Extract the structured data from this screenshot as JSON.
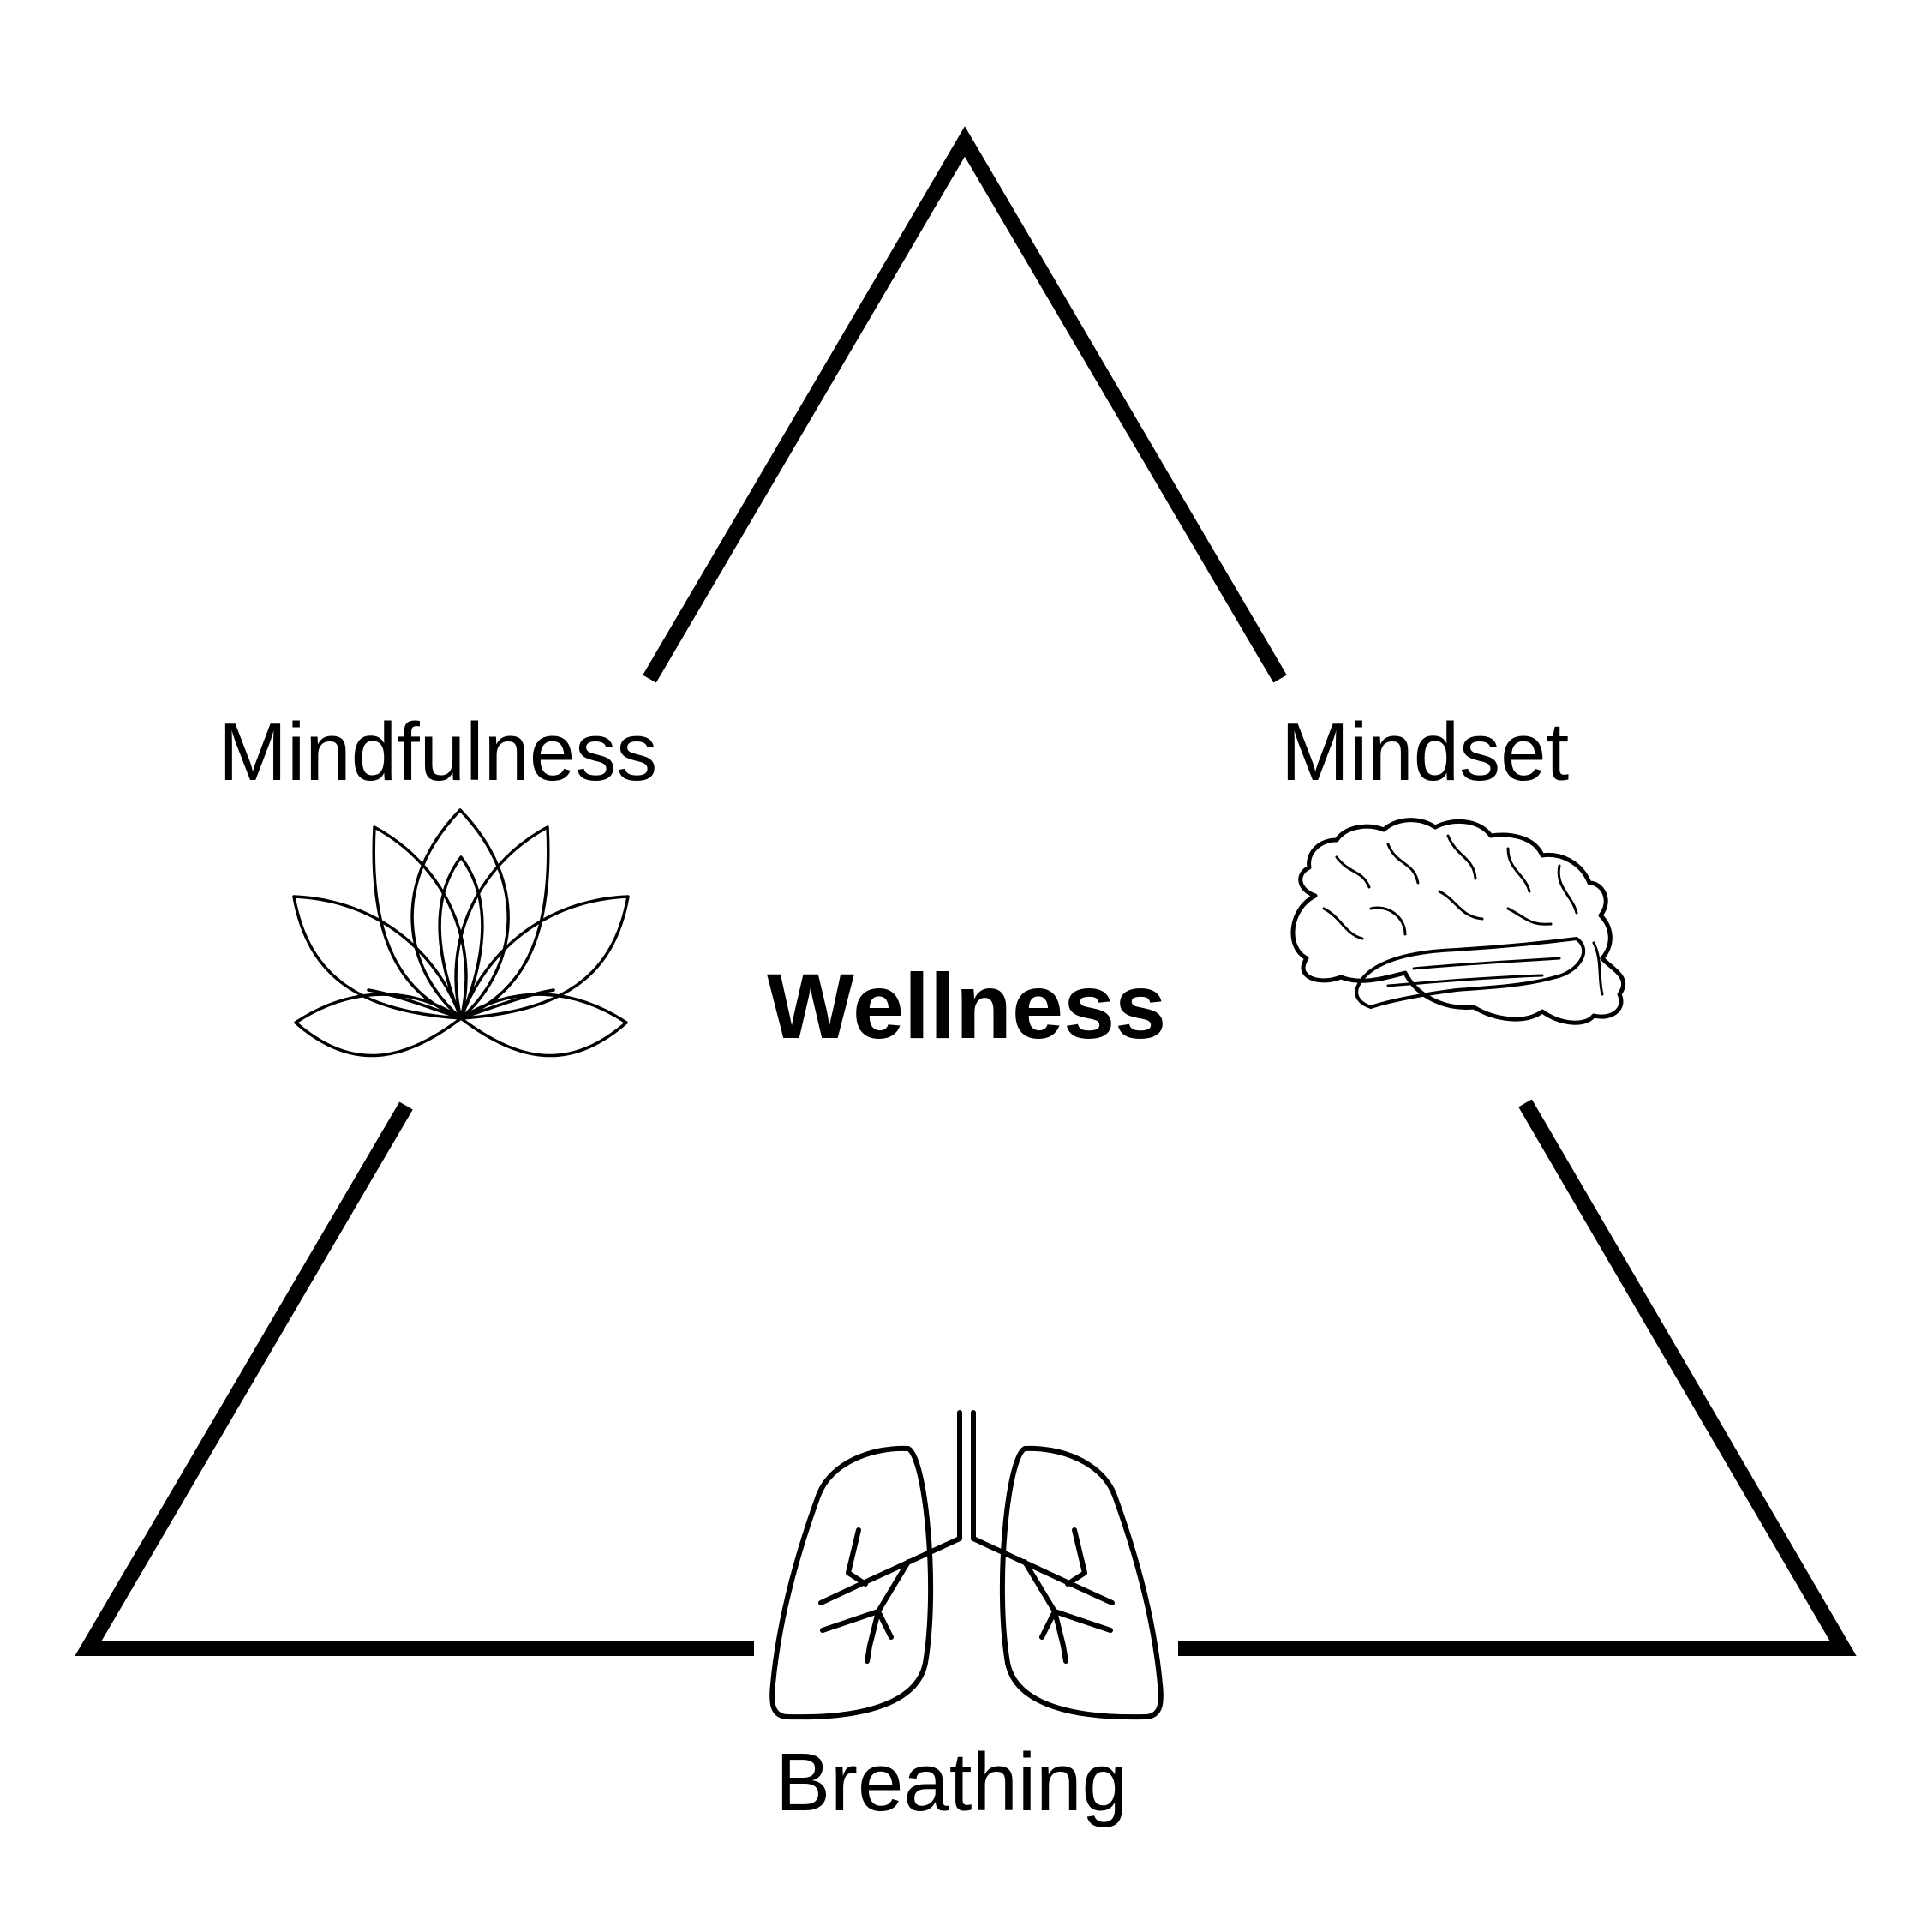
{
  "diagram": {
    "center_label": "Wellness",
    "nodes": [
      {
        "id": "mindfulness",
        "label": "Mindfulness",
        "icon": "lotus-icon"
      },
      {
        "id": "mindset",
        "label": "Mindset",
        "icon": "brain-icon"
      },
      {
        "id": "breathing",
        "label": "Breathing",
        "icon": "lungs-icon"
      }
    ],
    "colors": {
      "line": "#000000",
      "background": "#ffffff"
    }
  }
}
